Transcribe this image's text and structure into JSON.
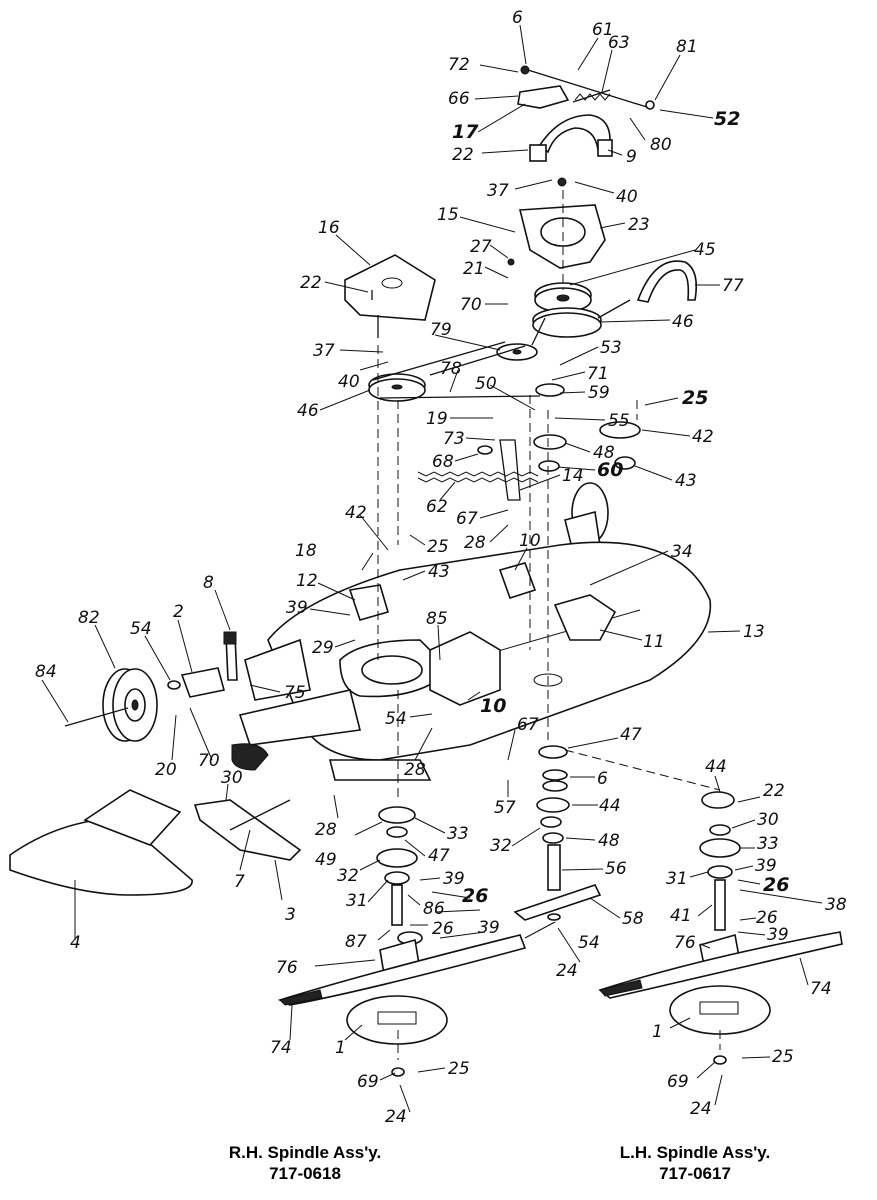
{
  "captions": {
    "rh_title": "R.H. Spindle Ass'y.",
    "rh_number": "717-0618",
    "lh_title": "L.H. Spindle Ass'y.",
    "lh_number": "717-0617"
  },
  "callouts": [
    "6",
    "61",
    "63",
    "81",
    "72",
    "66",
    "52",
    "17",
    "80",
    "22",
    "9",
    "37",
    "40",
    "15",
    "23",
    "16",
    "27",
    "45",
    "21",
    "22",
    "77",
    "70",
    "46",
    "79",
    "37",
    "53",
    "40",
    "71",
    "78",
    "59",
    "46",
    "50",
    "25",
    "19",
    "55",
    "42",
    "73",
    "48",
    "68",
    "60",
    "43",
    "14",
    "62",
    "67",
    "28",
    "42",
    "25",
    "10",
    "34",
    "18",
    "43",
    "12",
    "8",
    "39",
    "85",
    "13",
    "11",
    "82",
    "54",
    "2",
    "29",
    "84",
    "75",
    "54",
    "10",
    "67",
    "47",
    "44",
    "20",
    "70",
    "28",
    "30",
    "6",
    "57",
    "28",
    "22",
    "30",
    "33",
    "44",
    "47",
    "33",
    "32",
    "48",
    "49",
    "32",
    "39",
    "26",
    "56",
    "31",
    "39",
    "26",
    "7",
    "31",
    "86",
    "58",
    "38",
    "3",
    "87",
    "26",
    "41",
    "26",
    "39",
    "4",
    "76",
    "54",
    "76",
    "39",
    "74",
    "24",
    "74",
    "1",
    "1",
    "25",
    "69",
    "25",
    "69",
    "24",
    "24"
  ],
  "colors": {
    "ink": "#111111",
    "paper": "#ffffff"
  }
}
